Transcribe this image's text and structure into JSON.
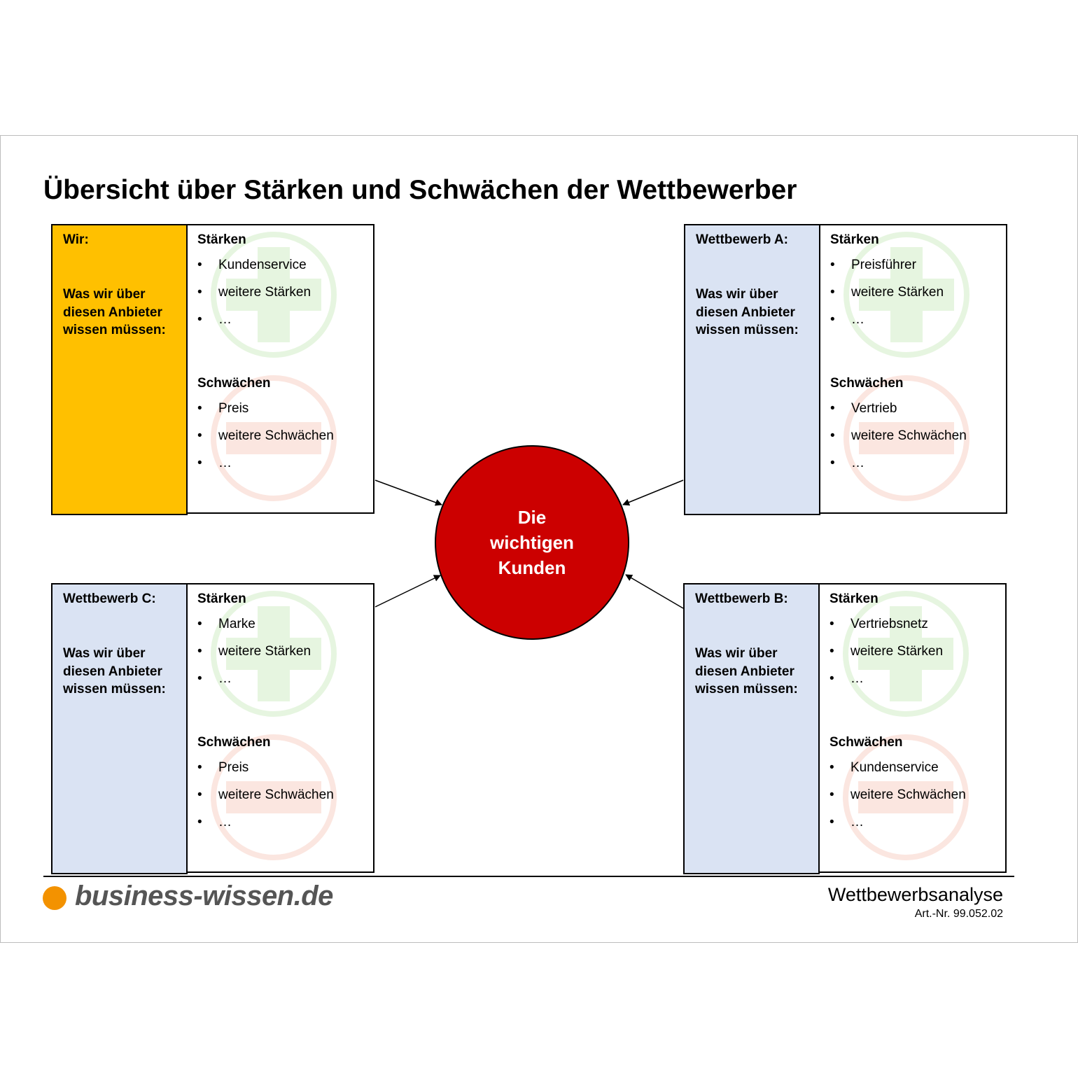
{
  "title": "Übersicht über Stärken und Schwächen der Wettbewerber",
  "colors": {
    "wir_fill": "#ffc000",
    "competitor_fill": "#dae3f3",
    "center_fill": "#cc0000",
    "logo_dot": "#f39200"
  },
  "center": {
    "label": "Die\nwichtigen\nKunden"
  },
  "blocks": {
    "wir": {
      "name": "Wir:",
      "desc": "Was wir über diesen Anbieter wissen müssen:",
      "strengths_title": "Stärken",
      "strengths": [
        "Kundenservice",
        "weitere Stärken",
        "…"
      ],
      "weaknesses_title": "Schwächen",
      "weaknesses": [
        "Preis",
        "weitere Schwächen",
        "…"
      ]
    },
    "a": {
      "name": "Wettbewerb A:",
      "desc": "Was wir über diesen Anbieter wissen müssen:",
      "strengths_title": "Stärken",
      "strengths": [
        "Preisführer",
        "weitere Stärken",
        "…"
      ],
      "weaknesses_title": "Schwächen",
      "weaknesses": [
        "Vertrieb",
        "weitere Schwächen",
        "…"
      ]
    },
    "c": {
      "name": "Wettbewerb C:",
      "desc": "Was wir über diesen Anbieter wissen müssen:",
      "strengths_title": "Stärken",
      "strengths": [
        "Marke",
        "weitere Stärken",
        "…"
      ],
      "weaknesses_title": "Schwächen",
      "weaknesses": [
        "Preis",
        "weitere Schwächen",
        "…"
      ]
    },
    "b": {
      "name": "Wettbewerb B:",
      "desc": "Was wir über diesen Anbieter wissen müssen:",
      "strengths_title": "Stärken",
      "strengths": [
        "Vertriebsnetz",
        "weitere Stärken",
        "…"
      ],
      "weaknesses_title": "Schwächen",
      "weaknesses": [
        "Kundenservice",
        "weitere Schwächen",
        "…"
      ]
    }
  },
  "bullet": "•",
  "footer": {
    "logo_text": "business-wissen.de",
    "doc_title": "Wettbewerbsanalyse",
    "article_no": "Art.-Nr. 99.052.02"
  }
}
